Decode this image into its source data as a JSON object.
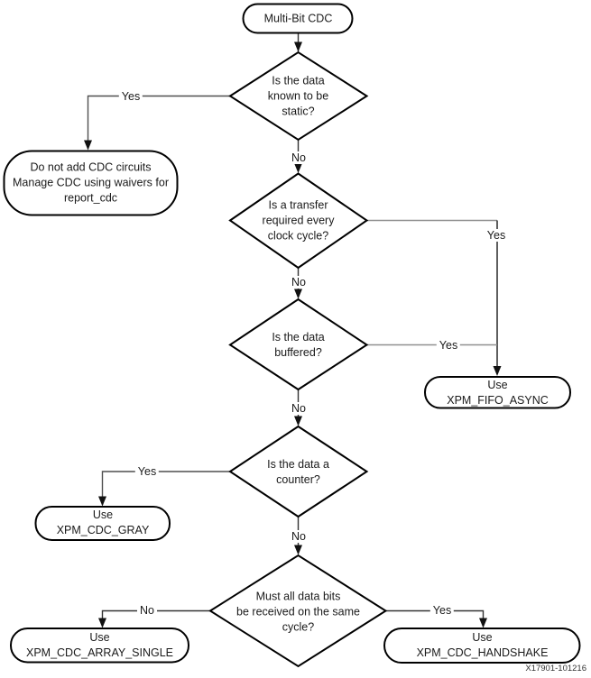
{
  "figure": {
    "watermark": "X17901-101216"
  },
  "colors": {
    "background": "#ffffff",
    "node_fill": "#ffffff",
    "node_stroke": "#000000",
    "connector": "#3d3d3d",
    "connector_light": "#8f8f8f",
    "text": "#1a1a1a"
  },
  "nodes": {
    "start": {
      "type": "terminator",
      "label": "Multi-Bit CDC"
    },
    "q_static": {
      "type": "decision",
      "label": "Is the data\nknown to be\nstatic?"
    },
    "no_cdc": {
      "type": "terminator",
      "label": "Do not add CDC circuits\nManage CDC using waivers for\nreport_cdc"
    },
    "q_every_cycle": {
      "type": "decision",
      "label": "Is a transfer\nrequired every\nclock cycle?"
    },
    "q_buffered": {
      "type": "decision",
      "label": "Is the data\nbuffered?"
    },
    "fifo_async": {
      "type": "terminator",
      "label": "Use\nXPM_FIFO_ASYNC"
    },
    "q_counter": {
      "type": "decision",
      "label": "Is the data a\ncounter?"
    },
    "cdc_gray": {
      "type": "terminator",
      "label": "Use\nXPM_CDC_GRAY"
    },
    "q_same_cycle": {
      "type": "decision",
      "label": "Must all data bits\nbe received on the same\ncycle?"
    },
    "cdc_array_single": {
      "type": "terminator",
      "label": "Use\nXPM_CDC_ARRAY_SINGLE"
    },
    "cdc_handshake": {
      "type": "terminator",
      "label": "Use\nXPM_CDC_HANDSHAKE"
    }
  },
  "edge_labels": {
    "static_yes": "Yes",
    "static_no": "No",
    "every_cycle_yes": "Yes",
    "every_cycle_no": "No",
    "buffered_yes": "Yes",
    "buffered_no": "No",
    "counter_yes": "Yes",
    "counter_no": "No",
    "same_cycle_no": "No",
    "same_cycle_yes": "Yes"
  }
}
